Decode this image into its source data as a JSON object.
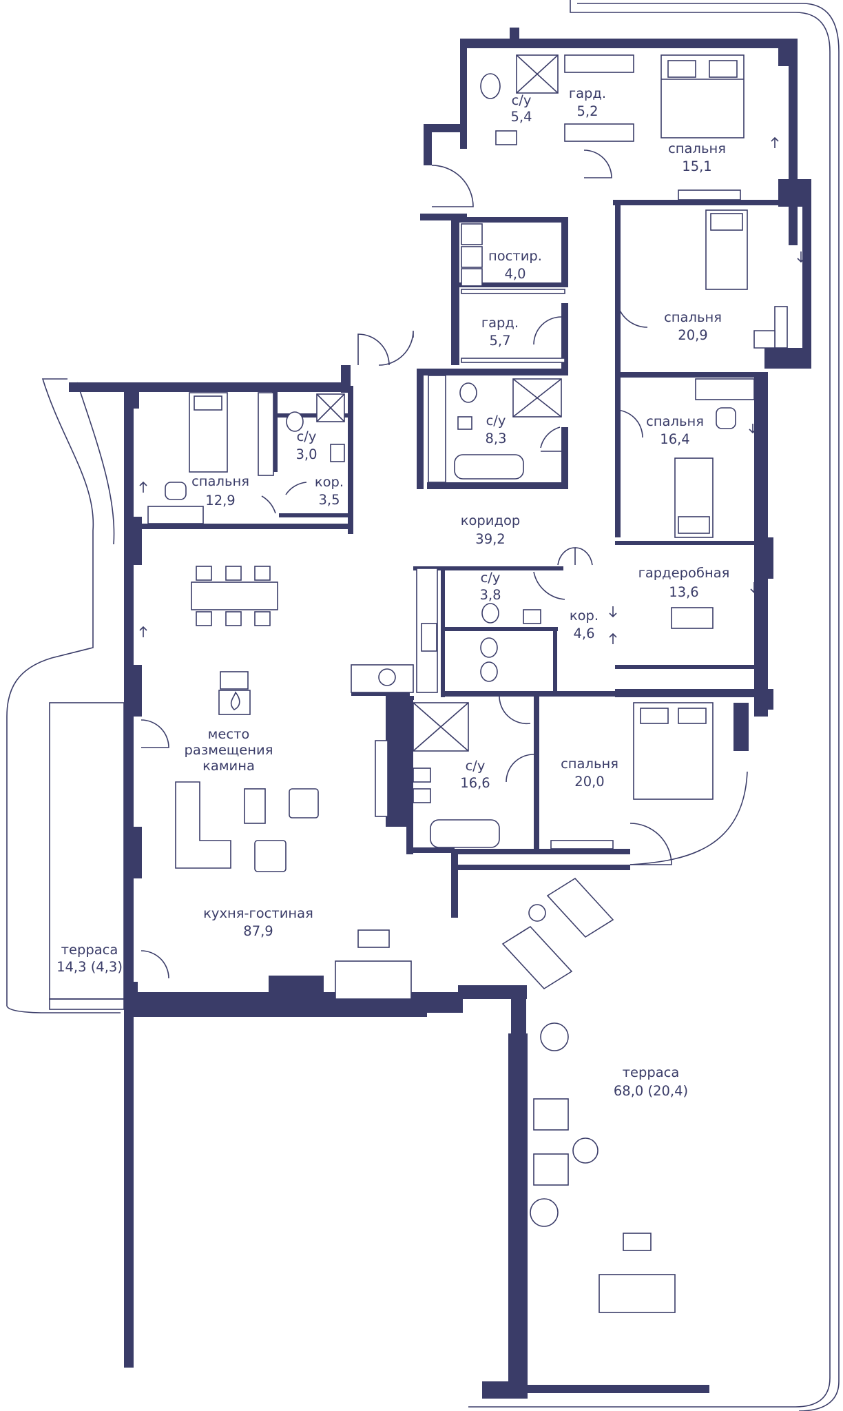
{
  "colors": {
    "wall": "#3a3c68",
    "line": "#3a3c68",
    "text": "#3a3c68",
    "background": "#ffffff"
  },
  "rooms": {
    "bath_5_4": {
      "name": "с/у",
      "area": "5,4"
    },
    "ward_5_2": {
      "name": "гард.",
      "area": "5,2"
    },
    "bed_15_1": {
      "name": "спальня",
      "area": "15,1"
    },
    "laundry": {
      "name": "постир.",
      "area": "4,0"
    },
    "ward_5_7": {
      "name": "гард.",
      "area": "5,7"
    },
    "bed_20_9": {
      "name": "спальня",
      "area": "20,9"
    },
    "bath_3_0": {
      "name": "с/у",
      "area": "3,0"
    },
    "cor_3_5": {
      "name": "кор.",
      "area": "3,5"
    },
    "bed_12_9": {
      "name": "спальня",
      "area": "12,9"
    },
    "bath_8_3": {
      "name": "с/у",
      "area": "8,3"
    },
    "bed_16_4": {
      "name": "спальня",
      "area": "16,4"
    },
    "corridor": {
      "name": "коридор",
      "area": "39,2"
    },
    "dressing": {
      "name": "гардеробная",
      "area": "13,6"
    },
    "bath_3_8": {
      "name": "с/у",
      "area": "3,8"
    },
    "cor_4_6": {
      "name": "кор.",
      "area": "4,6"
    },
    "fireplace": {
      "line1": "место",
      "line2": "размещения",
      "line3": "камина"
    },
    "bath_16_6": {
      "name": "с/у",
      "area": "16,6"
    },
    "bed_20_0": {
      "name": "спальня",
      "area": "20,0"
    },
    "living": {
      "name": "кухня-гостиная",
      "area": "87,9"
    },
    "terrace_14": {
      "name": "терраса",
      "area": "14,3 (4,3)"
    },
    "terrace_68": {
      "name": "терраса",
      "area": "68,0 (20,4)"
    }
  },
  "icons": [
    "door-swing-icon",
    "bed-icon",
    "toilet-icon",
    "sink-icon",
    "shower-icon",
    "bathtub-icon",
    "fireplace-icon",
    "sofa-icon",
    "armchair-icon",
    "dining-table-icon",
    "desk-icon",
    "lounger-icon",
    "plant-icon",
    "washing-machine-icon",
    "window-arrow-icon"
  ]
}
